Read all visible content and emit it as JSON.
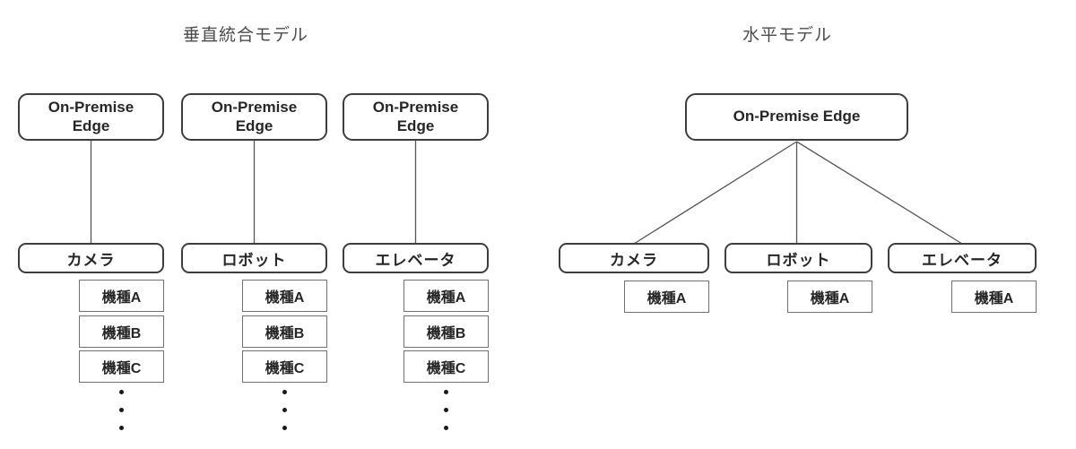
{
  "left": {
    "title": "垂直統合モデル",
    "edge_label": {
      "line1": "On-Premise",
      "line2": "Edge"
    },
    "columns": [
      {
        "category": "カメラ",
        "models": [
          "機種A",
          "機種B",
          "機種C"
        ]
      },
      {
        "category": "ロボット",
        "models": [
          "機種A",
          "機種B",
          "機種C"
        ]
      },
      {
        "category": "エレベータ",
        "models": [
          "機種A",
          "機種B",
          "機種C"
        ]
      }
    ]
  },
  "right": {
    "title": "水平モデル",
    "edge_label": "On-Premise Edge",
    "columns": [
      {
        "category": "カメラ",
        "models": [
          "機種A"
        ]
      },
      {
        "category": "ロボット",
        "models": [
          "機種A"
        ]
      },
      {
        "category": "エレベータ",
        "models": [
          "機種A"
        ]
      }
    ]
  },
  "colors": {
    "box_border": "#3d3d3d",
    "model_border": "#707070",
    "connector": "#555555",
    "label_text": "#262626",
    "title_text": "#4a4a4a",
    "background": "#ffffff"
  }
}
